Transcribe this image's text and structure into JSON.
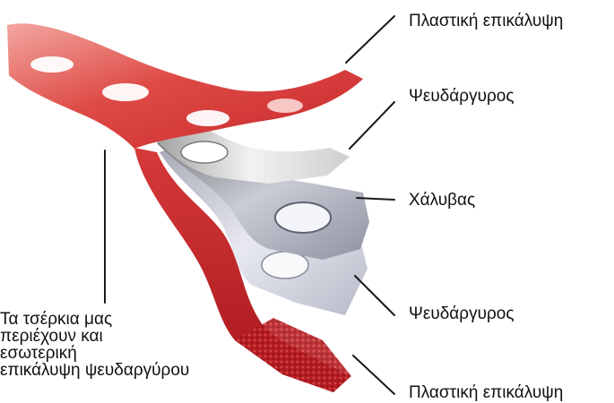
{
  "layers": [
    {
      "id": "top-coating",
      "label": "Πλαστική επικάλυψη",
      "material": "plastic",
      "color": "#d9383c"
    },
    {
      "id": "zinc-upper",
      "label": "Ψευδάργυρος",
      "material": "zinc",
      "color": "#d8d8d8"
    },
    {
      "id": "steel",
      "label": "Χάλυβας",
      "material": "steel",
      "color": "#9aa1b5"
    },
    {
      "id": "zinc-lower",
      "label": "Ψευδάργυρος",
      "material": "zinc",
      "color": "#c9ccd8"
    },
    {
      "id": "bottom-coating",
      "label": "Πλαστική επικάλυψη",
      "material": "plastic",
      "color": "#d9383c"
    }
  ],
  "note": {
    "lines": [
      "Τα τσέρκια μας",
      "περιέχουν και",
      "εσωτερική",
      "επικάλυψη ψευδαργύρου"
    ]
  },
  "colors": {
    "background": "#ffffff",
    "text": "#111111",
    "leader": "#1a1a1a",
    "plastic": "#d9383c",
    "plastic_dark": "#a3191d",
    "zinc": "#d8d8d8",
    "steel": "#9aa1b5"
  }
}
